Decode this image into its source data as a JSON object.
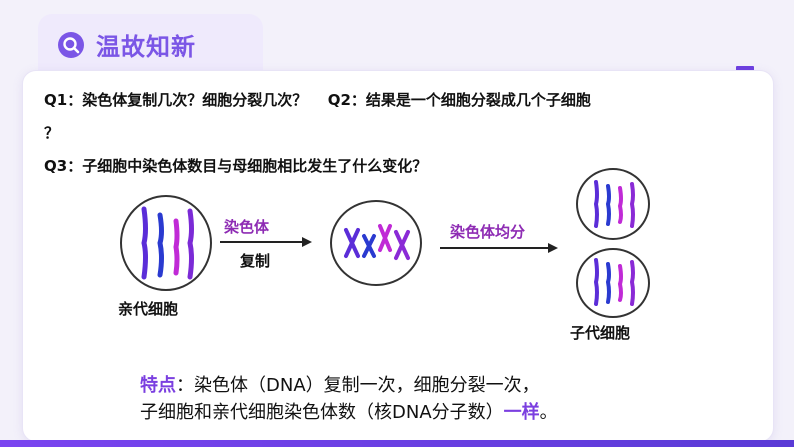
{
  "header": {
    "title": "温故知新",
    "icon": "search-icon",
    "accent": "#7b56e6"
  },
  "questions": {
    "q1_prefix": "Q1：",
    "q1_text": "染色体复制几次？细胞分裂几次？",
    "q2_prefix": "Q2：",
    "q2_text": "结果是一个细胞分裂成几个子细胞",
    "q2_tail": "？",
    "q3_prefix": "Q3：",
    "q3_text": "子细胞中染色体数目与母细胞相比发生了什么变化？"
  },
  "diagram": {
    "parent_label": "亲代细胞",
    "arrow1_top": "染色体",
    "arrow1_bottom": "复制",
    "arrow2_top": "染色体均分",
    "child_label": "子代细胞",
    "colors": {
      "purple": "#5b2dd8",
      "magenta": "#c02ad6",
      "blue": "#2a3ad0"
    }
  },
  "summary": {
    "line1_hl": "特点",
    "line1_rest": "：染色体（DNA）复制一次，细胞分裂一次，",
    "line2_start": "子细胞和亲代细胞染色体数（核DNA分子数）",
    "line2_hl": "一样",
    "line2_end": "。"
  }
}
